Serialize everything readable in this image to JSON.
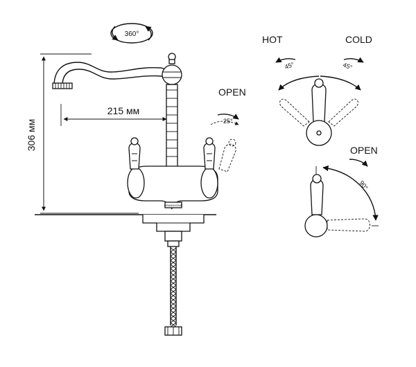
{
  "rotation": {
    "label": "360°"
  },
  "dimensions": {
    "reach": "215 мм",
    "height": "306 мм"
  },
  "side_view": {
    "open_label": "OPEN",
    "open_angle": "25°",
    "brand_mark": "GRANDHOME"
  },
  "top_view": {
    "hot_label": "HOT",
    "cold_label": "COLD",
    "hot_angle": "45°",
    "cold_angle": "45°"
  },
  "lever_view": {
    "open_label": "OPEN",
    "open_angle": "90°"
  }
}
